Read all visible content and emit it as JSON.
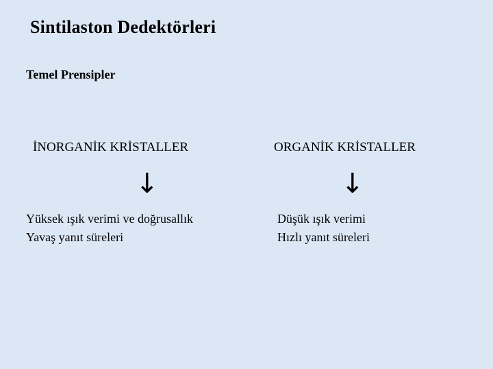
{
  "slide": {
    "title": "Sintilaston Dedektörleri",
    "subtitle": "Temel Prensipler",
    "background_color": "#dce7f5",
    "text_color": "#000000",
    "columns": [
      {
        "heading": "İNORGANİK KRİSTALLER",
        "arrow_icon": "↓",
        "body_lines": [
          "Yüksek ışık verimi ve doğrusallık",
          "Yavaş yanıt süreleri"
        ]
      },
      {
        "heading": "ORGANİK KRİSTALLER",
        "arrow_icon": "↓",
        "body_lines": [
          "Düşük ışık verimi",
          "Hızlı yanıt süreleri"
        ]
      }
    ]
  }
}
